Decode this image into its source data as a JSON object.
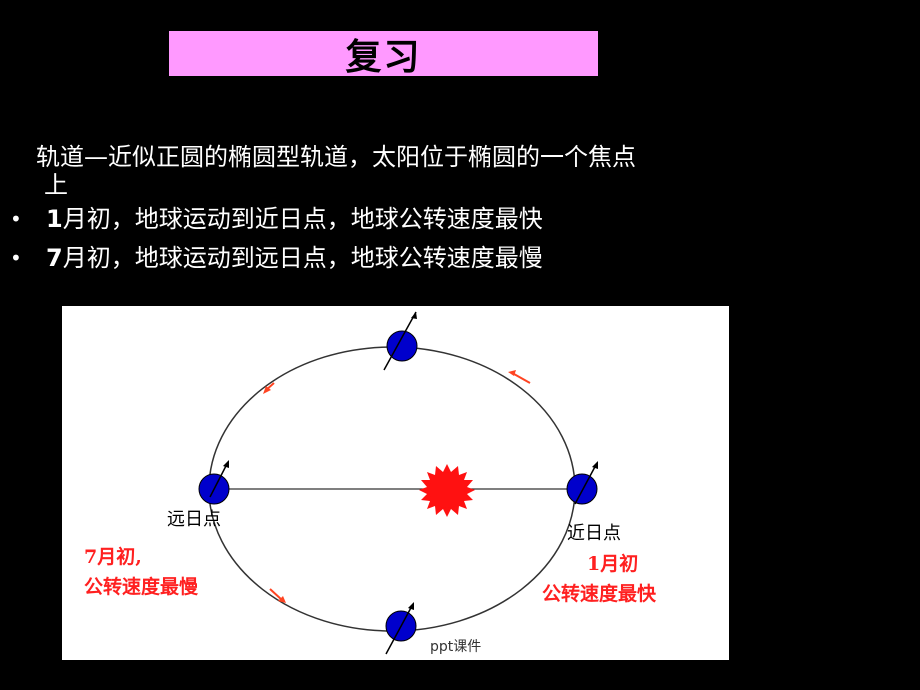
{
  "slide": {
    "title": "复习",
    "line1": "轨道—近似正圆的椭圆型轨道，太阳位于椭圆的一个焦点",
    "line1_cont": "上",
    "bullets": [
      {
        "num": "1",
        "text": "月初，地球运动到近日点，地球公转速度最快"
      },
      {
        "num": "7",
        "text": "月初，地球运动到远日点，地球公转速度最慢"
      }
    ],
    "bullet_symbol": "•",
    "footer": "ppt课件"
  },
  "diagram": {
    "aphelion_label": "远日点",
    "perihelion_label": "近日点",
    "july_label_1": "7月初,",
    "july_label_2": "公转速度最慢",
    "january_label_1": "1月初",
    "january_label_2": "公转速度最快"
  },
  "colors": {
    "title_bg": "#ff99ff",
    "earth": "#0000cc",
    "sun": "#ff1111",
    "red_text": "#ff2020",
    "arrow": "#ff4422"
  },
  "icons": [
    "earth-icon",
    "sun-icon",
    "axis-arrow-icon",
    "orbit-direction-arrow-icon"
  ]
}
